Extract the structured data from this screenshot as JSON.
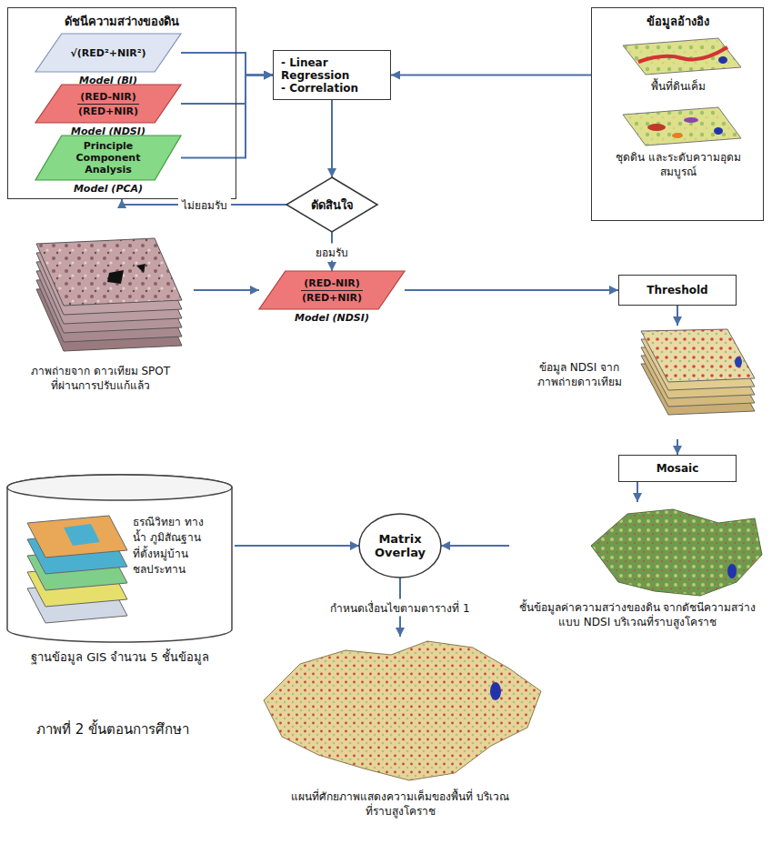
{
  "diagram": {
    "caption": "ภาพที่ 2 ขั้นตอนการศึกษา",
    "nodes": [
      {
        "text": [
          "ดัชนีความสว่างของดิน"
        ]
      },
      {
        "text": [
          "√(RED²+NIR²)",
          "Model (BI)"
        ],
        "in": 0
      },
      {
        "text": [
          "(RED-NIR)",
          "(RED+NIR)",
          "Model (NDSI)"
        ],
        "in": 0
      },
      {
        "text": [
          "Principle Component Analysis",
          "Model (PCA)"
        ],
        "in": 0
      },
      {
        "text": [
          "- Linear Regression",
          "- Correlation"
        ]
      },
      {
        "text": [
          "ข้อมูลอ้างอิง"
        ]
      },
      {
        "text": [
          "พื้นที่ดินเค็ม"
        ],
        "in": 5
      },
      {
        "text": [
          "ชุดดิน และระดับความอุดมสมบูรณ์"
        ],
        "in": 5
      },
      {
        "text": [
          "ตัดสินใจ"
        ]
      },
      {
        "text": [
          "ภาพถ่ายจาก ดาวเทียม SPOT ที่ผ่านการปรับแก้แล้ว"
        ]
      },
      {
        "text": [
          "(RED-NIR)",
          "(RED+NIR)",
          "Model (NDSI)"
        ]
      },
      {
        "text": [
          "Threshold"
        ]
      },
      {
        "text": [
          "ข้อมูล NDSI จากภาพถ่ายดาวเทียม"
        ]
      },
      {
        "text": [
          "Mosaic"
        ]
      },
      {
        "text": [
          "ชั้นข้อมูลค่าความสว่างของดิน จากดัชนีความสว่างแบบ NDSI บริเวณที่ราบสูงโคราช"
        ]
      },
      {
        "text": [
          "ธรณีวิทยา ทางน้ำ ภูมิสัณฐาน ที่ตั้งหมู่บ้าน ชลประทาน",
          "ฐานข้อมูล GIS จำนวน 5 ชั้นข้อมูล"
        ]
      },
      {
        "text": [
          "Matrix Overlay"
        ]
      },
      {
        "text": [
          "แผนที่ศักยภาพแสดงความเค็มของพื้นที่ บริเวณที่ราบสูงโคราช"
        ]
      }
    ],
    "edges": [
      {
        "from": 1,
        "to": 4,
        "arrow": "to"
      },
      {
        "from": 2,
        "to": 4,
        "arrow": "to"
      },
      {
        "from": 3,
        "to": 4,
        "arrow": "to"
      },
      {
        "from": 5,
        "to": 4,
        "arrow": "to"
      },
      {
        "from": 4,
        "to": 8,
        "arrow": "to"
      },
      {
        "from": 8,
        "to": 0,
        "label": "ไม่ยอมรับ",
        "arrow": "to"
      },
      {
        "from": 8,
        "to": 10,
        "label": "ยอมรับ",
        "arrow": "to"
      },
      {
        "from": 9,
        "to": 10,
        "arrow": "to"
      },
      {
        "from": 10,
        "to": 11,
        "arrow": "to"
      },
      {
        "from": 11,
        "to": 12,
        "arrow": "to"
      },
      {
        "from": 12,
        "to": 13,
        "arrow": "to"
      },
      {
        "from": 13,
        "to": 14,
        "arrow": "to"
      },
      {
        "from": 14,
        "to": 16,
        "arrow": "to"
      },
      {
        "from": 15,
        "to": 16,
        "arrow": "to"
      },
      {
        "from": 16,
        "to": 17,
        "label": "กำหนดเงื่อนไขตามตารางที่ 1",
        "arrow": "to"
      }
    ]
  }
}
